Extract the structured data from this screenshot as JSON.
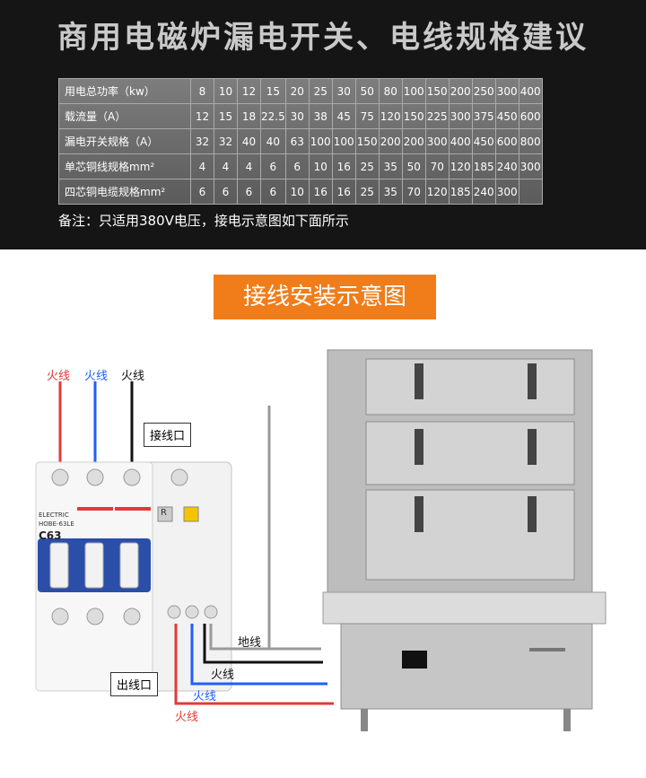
{
  "header": {
    "title": "商用电磁炉漏电开关、电线规格建议"
  },
  "spec_table": {
    "rows": [
      {
        "label": "用电总功率（kw）",
        "values": [
          "8",
          "10",
          "12",
          "15",
          "20",
          "25",
          "30",
          "50",
          "80",
          "100",
          "150",
          "200",
          "250",
          "300",
          "400"
        ]
      },
      {
        "label": "载流量（A）",
        "values": [
          "12",
          "15",
          "18",
          "22.5",
          "30",
          "38",
          "45",
          "75",
          "120",
          "150",
          "225",
          "300",
          "375",
          "450",
          "600"
        ]
      },
      {
        "label": "漏电开关规格（A）",
        "values": [
          "32",
          "32",
          "40",
          "40",
          "63",
          "100",
          "100",
          "150",
          "200",
          "200",
          "300",
          "400",
          "450",
          "600",
          "800"
        ]
      },
      {
        "label": "单芯铜线规格mm²",
        "values": [
          "4",
          "4",
          "4",
          "6",
          "6",
          "10",
          "16",
          "25",
          "35",
          "50",
          "70",
          "120",
          "185",
          "240",
          "300"
        ]
      },
      {
        "label": "四芯铜电缆规格mm²",
        "values": [
          "6",
          "6",
          "6",
          "6",
          "10",
          "16",
          "16",
          "25",
          "35",
          "70",
          "120",
          "185",
          "240",
          "300",
          ""
        ]
      }
    ]
  },
  "note": "备注：只适用380V电压，接电示意图如下面所示",
  "banner": "接线安装示意图",
  "labels": {
    "in_live1": "火线",
    "in_live2": "火线",
    "in_live3": "火线",
    "inlet": "接线口",
    "outlet": "出线口",
    "ground": "地线",
    "out_live1": "火线",
    "out_live2": "火线",
    "out_live3": "火线"
  },
  "breaker": {
    "brand": "ELECTRIC",
    "model": "HOBE-63LE",
    "rating": "C63",
    "r_mark": "R"
  },
  "colors": {
    "red": "#e53935",
    "blue": "#1f5fff",
    "black": "#111111",
    "gray": "#9a9a9a",
    "orange": "#f07d1a"
  }
}
